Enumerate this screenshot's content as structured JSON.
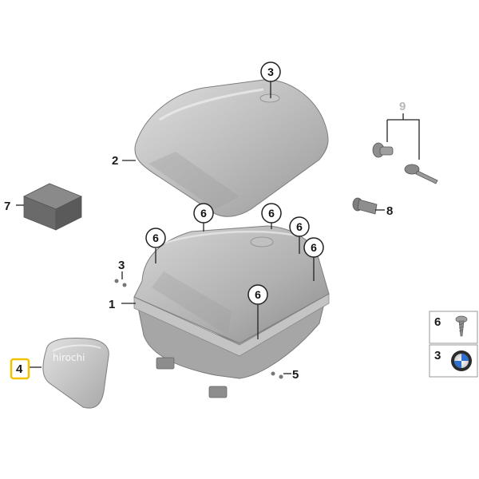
{
  "callouts": {
    "c1": "1",
    "c2": "2",
    "c3": "3",
    "c4": "4",
    "c5": "5",
    "c6": "6",
    "c7": "7",
    "c8": "8",
    "c9": "9"
  },
  "legend": {
    "screw_num": "6",
    "emblem_num": "3"
  },
  "watermark": "hirochi",
  "colors": {
    "part_light": "#d9d9d9",
    "part_mid": "#b4b4b4",
    "part_dark": "#8f8f8f",
    "highlight": "#f2c200",
    "label_muted": "#b8b8b8"
  }
}
